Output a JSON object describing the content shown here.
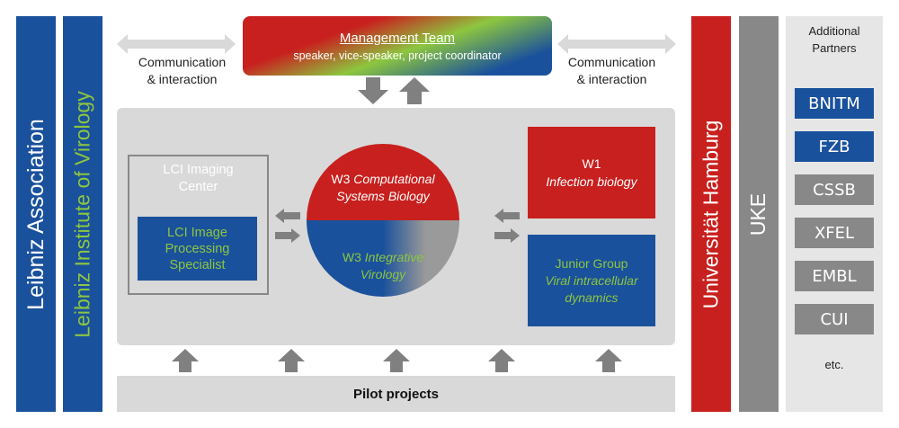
{
  "left_bars": {
    "association": "Leibniz Association",
    "institute": "Leibniz Institute of Virology"
  },
  "management": {
    "title": "Management Team",
    "subtitle": "speaker, vice-speaker, project coordinator"
  },
  "communication": {
    "left_line1": "Communication",
    "left_line2": "& interaction",
    "right_line1": "Communication",
    "right_line2": "& interaction"
  },
  "imaging": {
    "center_line1": "LCI Imaging",
    "center_line2": "Center",
    "specialist_line1": "LCI Image",
    "specialist_line2": "Processing",
    "specialist_line3": "Specialist"
  },
  "circle": {
    "top_prefix": "W3 ",
    "top_italic1": "Computational",
    "top_italic2": "Systems Biology",
    "bottom_prefix": "W3 ",
    "bottom_italic1": "Integrative",
    "bottom_italic2": "Virology"
  },
  "w1": {
    "title": "W1",
    "subtitle": "Infection biology"
  },
  "junior": {
    "title": "Junior Group",
    "subtitle1": "Viral intracellular",
    "subtitle2": "dynamics"
  },
  "pilot": "Pilot projects",
  "right_bars": {
    "hamburg": "Universität Hamburg",
    "uke": "UKE"
  },
  "partners": {
    "title_line1": "Additional",
    "title_line2": "Partners",
    "items": [
      "BNITM",
      "FZB",
      "CSSB",
      "XFEL",
      "EMBL",
      "CUI"
    ],
    "etc": "etc."
  },
  "colors": {
    "blue": "#1a519c",
    "red": "#c8201e",
    "green": "#8dc63f",
    "gray": "#888888",
    "light_gray": "#d9d9d9"
  }
}
